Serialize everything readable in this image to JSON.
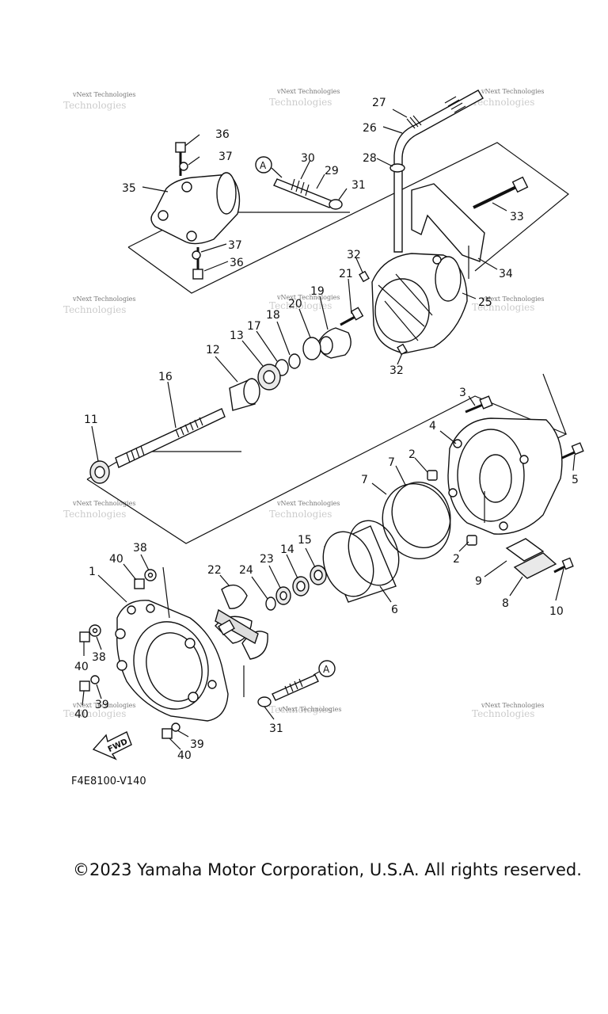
{
  "diagram": {
    "part_labels": [
      "1",
      "2",
      "2",
      "3",
      "4",
      "5",
      "6",
      "7",
      "7",
      "8",
      "9",
      "10",
      "11",
      "12",
      "13",
      "14",
      "15",
      "16",
      "17",
      "18",
      "19",
      "20",
      "21",
      "22",
      "23",
      "24",
      "25",
      "26",
      "27",
      "28",
      "29",
      "30",
      "31",
      "31",
      "32",
      "32",
      "33",
      "34",
      "35",
      "36",
      "36",
      "37",
      "37",
      "38",
      "38",
      "39",
      "39",
      "40",
      "40",
      "40",
      "40"
    ],
    "callout_ref": "A",
    "fwd_label": "FWD",
    "watermark": "vNext Technologies",
    "drawing_code": "F4E8100-V140"
  },
  "footer": {
    "copyright": "©2023 Yamaha Motor Corporation, U.S.A. All rights reserved."
  }
}
